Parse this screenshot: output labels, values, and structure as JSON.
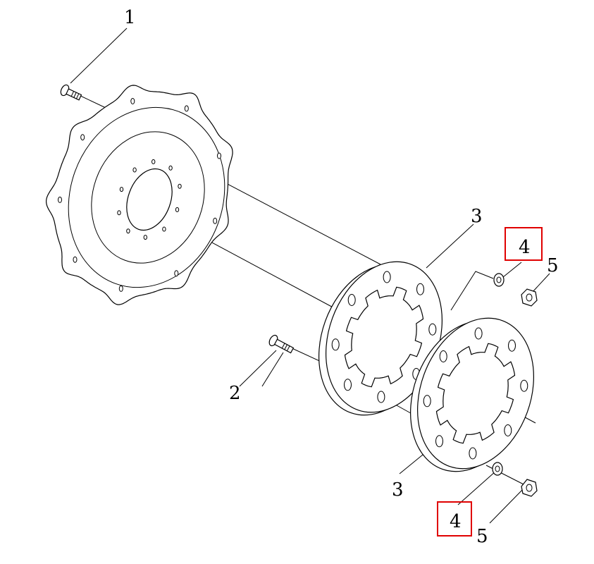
{
  "callouts": {
    "part_1": "1",
    "part_2": "2",
    "part_3_top": "3",
    "part_3_bottom": "3",
    "part_4_top": "4",
    "part_4_bottom": "4",
    "part_5_top": "5",
    "part_5_bottom": "5"
  },
  "highlight_color": "#e00000",
  "icons": [
    "bolt-icon",
    "sprocket-hub-icon",
    "segment-plate-icon",
    "washer-icon",
    "nut-icon"
  ]
}
